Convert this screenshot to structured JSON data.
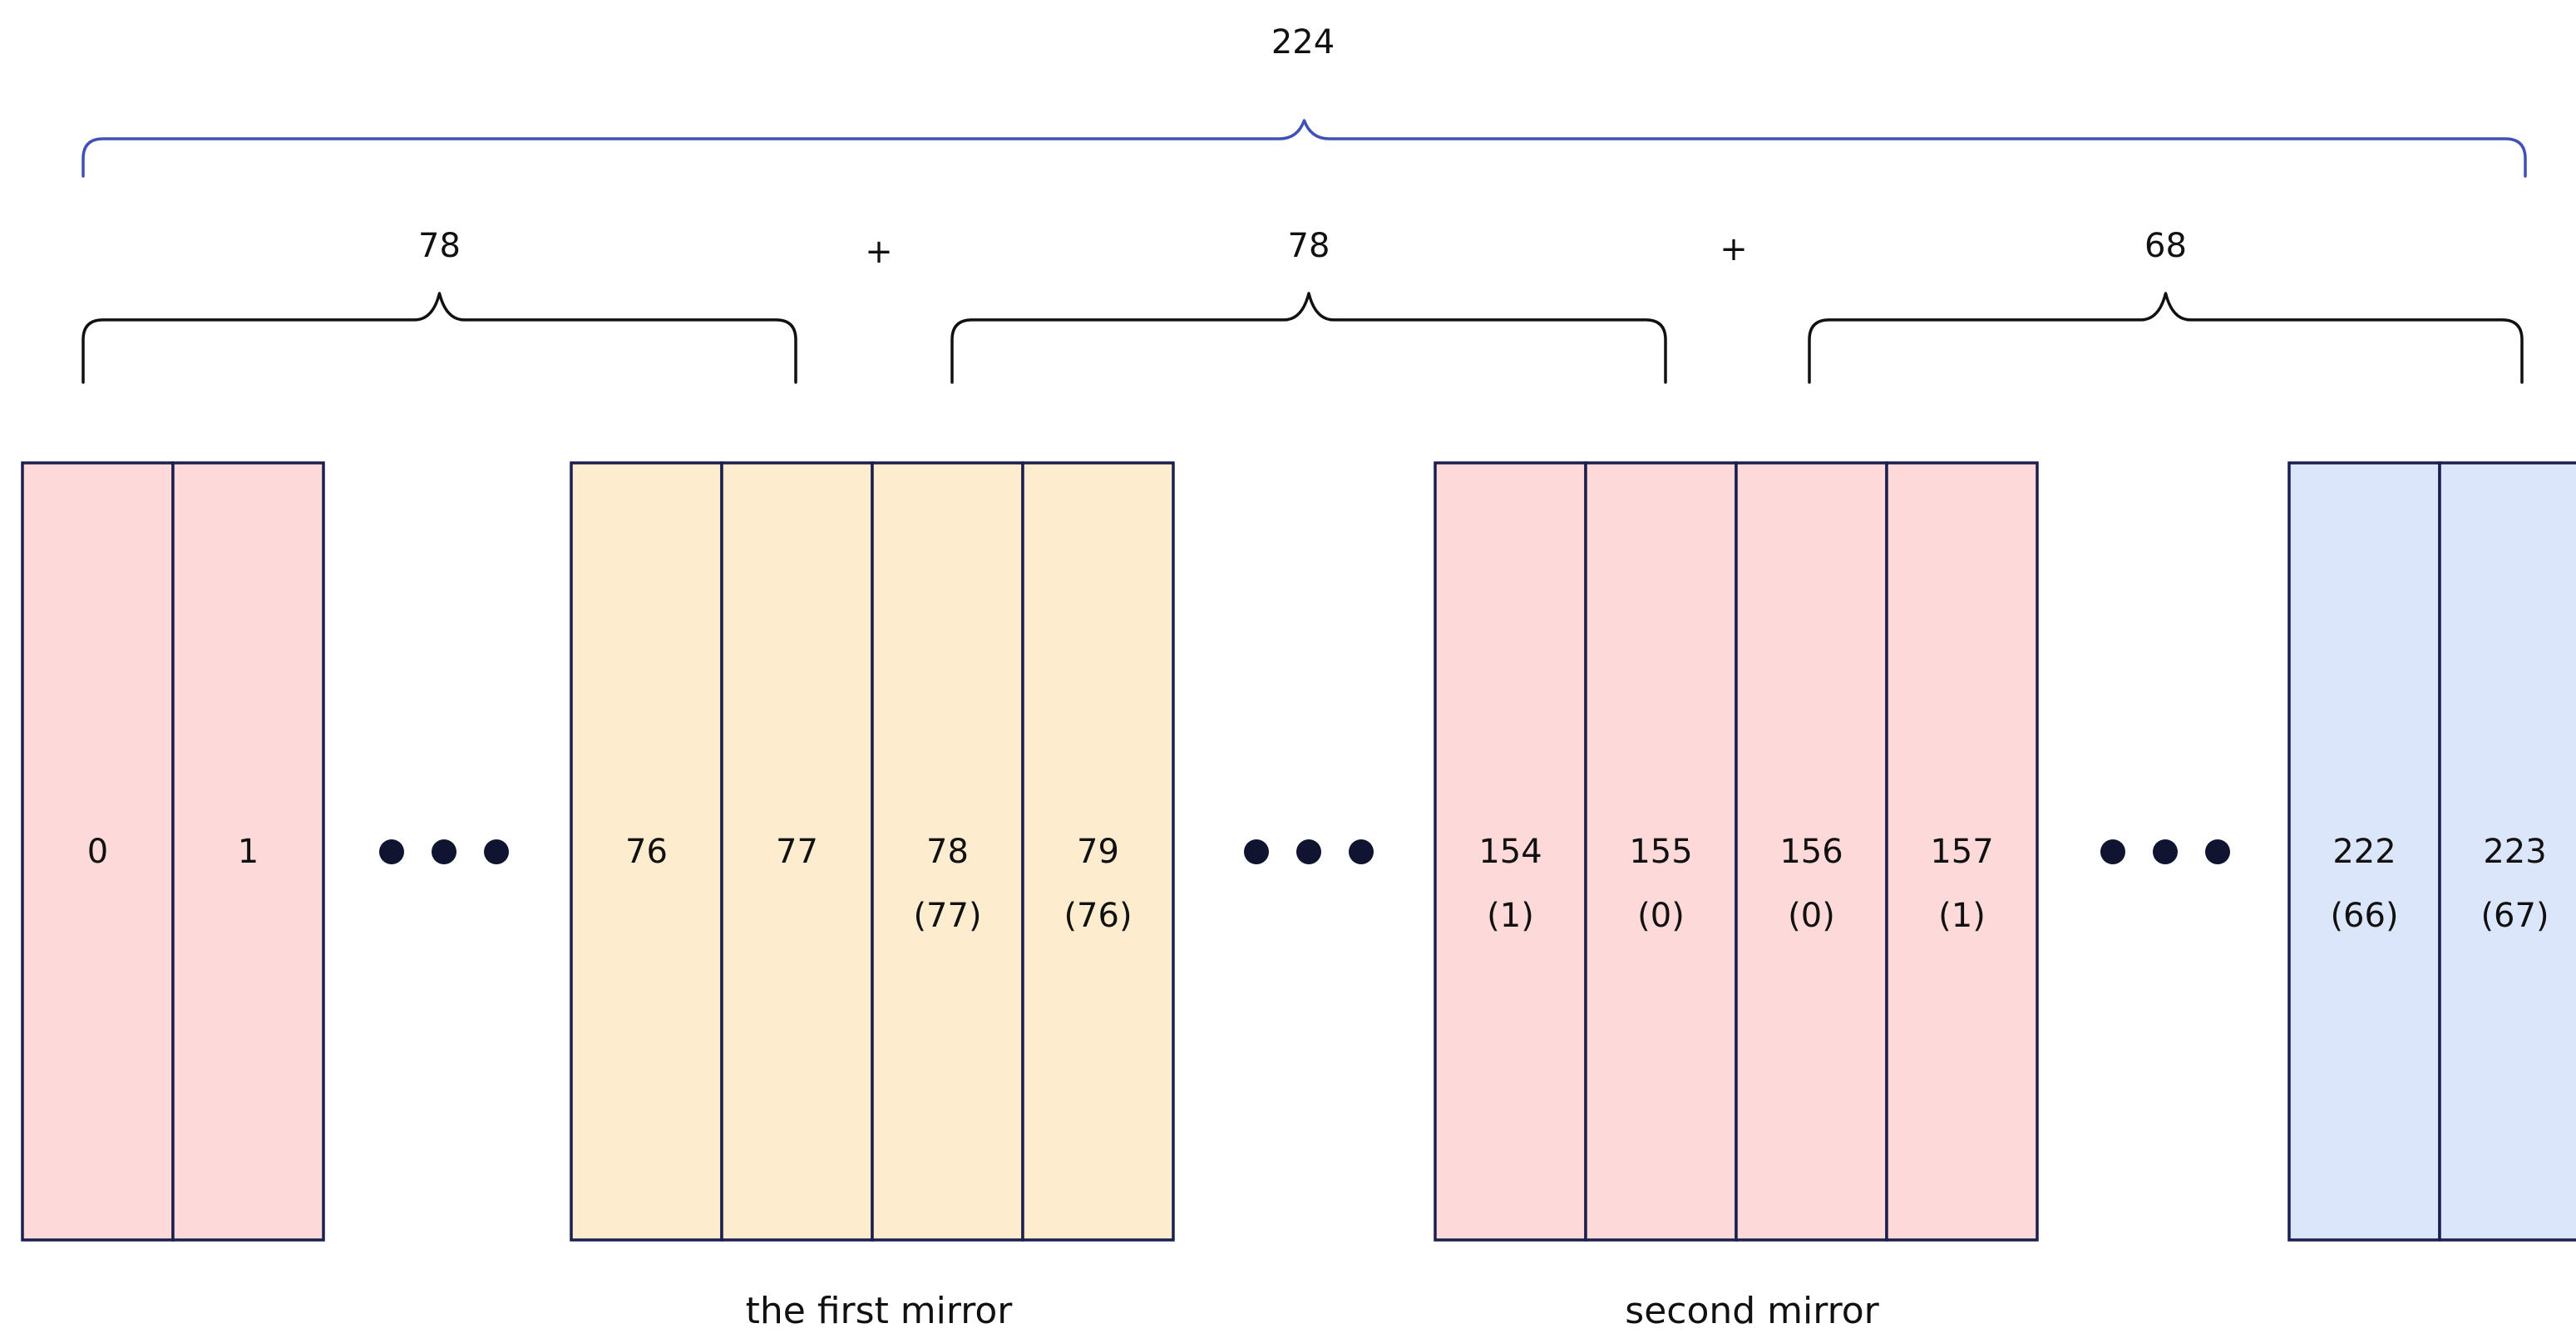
{
  "colors": {
    "red_block": "#fdd9d9",
    "orange_block": "#feeccf",
    "blue_block": "#dce6fa",
    "cell_border": "#1b1f4f",
    "top_brace": "#3f51b5",
    "segment_brace": "#111111",
    "dot": "#0f1430"
  },
  "total": "224",
  "segments": [
    {
      "count": "78"
    },
    {
      "count": "78"
    },
    {
      "count": "68"
    }
  ],
  "plus_signs": [
    "+",
    "+"
  ],
  "blocks": [
    {
      "color": "red",
      "cells": [
        {
          "index": "0",
          "mirror": ""
        },
        {
          "index": "1",
          "mirror": ""
        }
      ]
    },
    {
      "color": "orange",
      "cells": [
        {
          "index": "76",
          "mirror": ""
        },
        {
          "index": "77",
          "mirror": ""
        },
        {
          "index": "78",
          "mirror": "(77)"
        },
        {
          "index": "79",
          "mirror": "(76)"
        }
      ]
    },
    {
      "color": "red",
      "cells": [
        {
          "index": "154",
          "mirror": "(1)"
        },
        {
          "index": "155",
          "mirror": "(0)"
        },
        {
          "index": "156",
          "mirror": "(0)"
        },
        {
          "index": "157",
          "mirror": "(1)"
        }
      ]
    },
    {
      "color": "blue",
      "cells": [
        {
          "index": "222",
          "mirror": "(66)"
        },
        {
          "index": "223",
          "mirror": "(67)"
        }
      ]
    }
  ],
  "ellipses": [
    "...",
    "...",
    "..."
  ],
  "labels": {
    "first_mirror": "the first mirror",
    "second_mirror": "second mirror"
  }
}
